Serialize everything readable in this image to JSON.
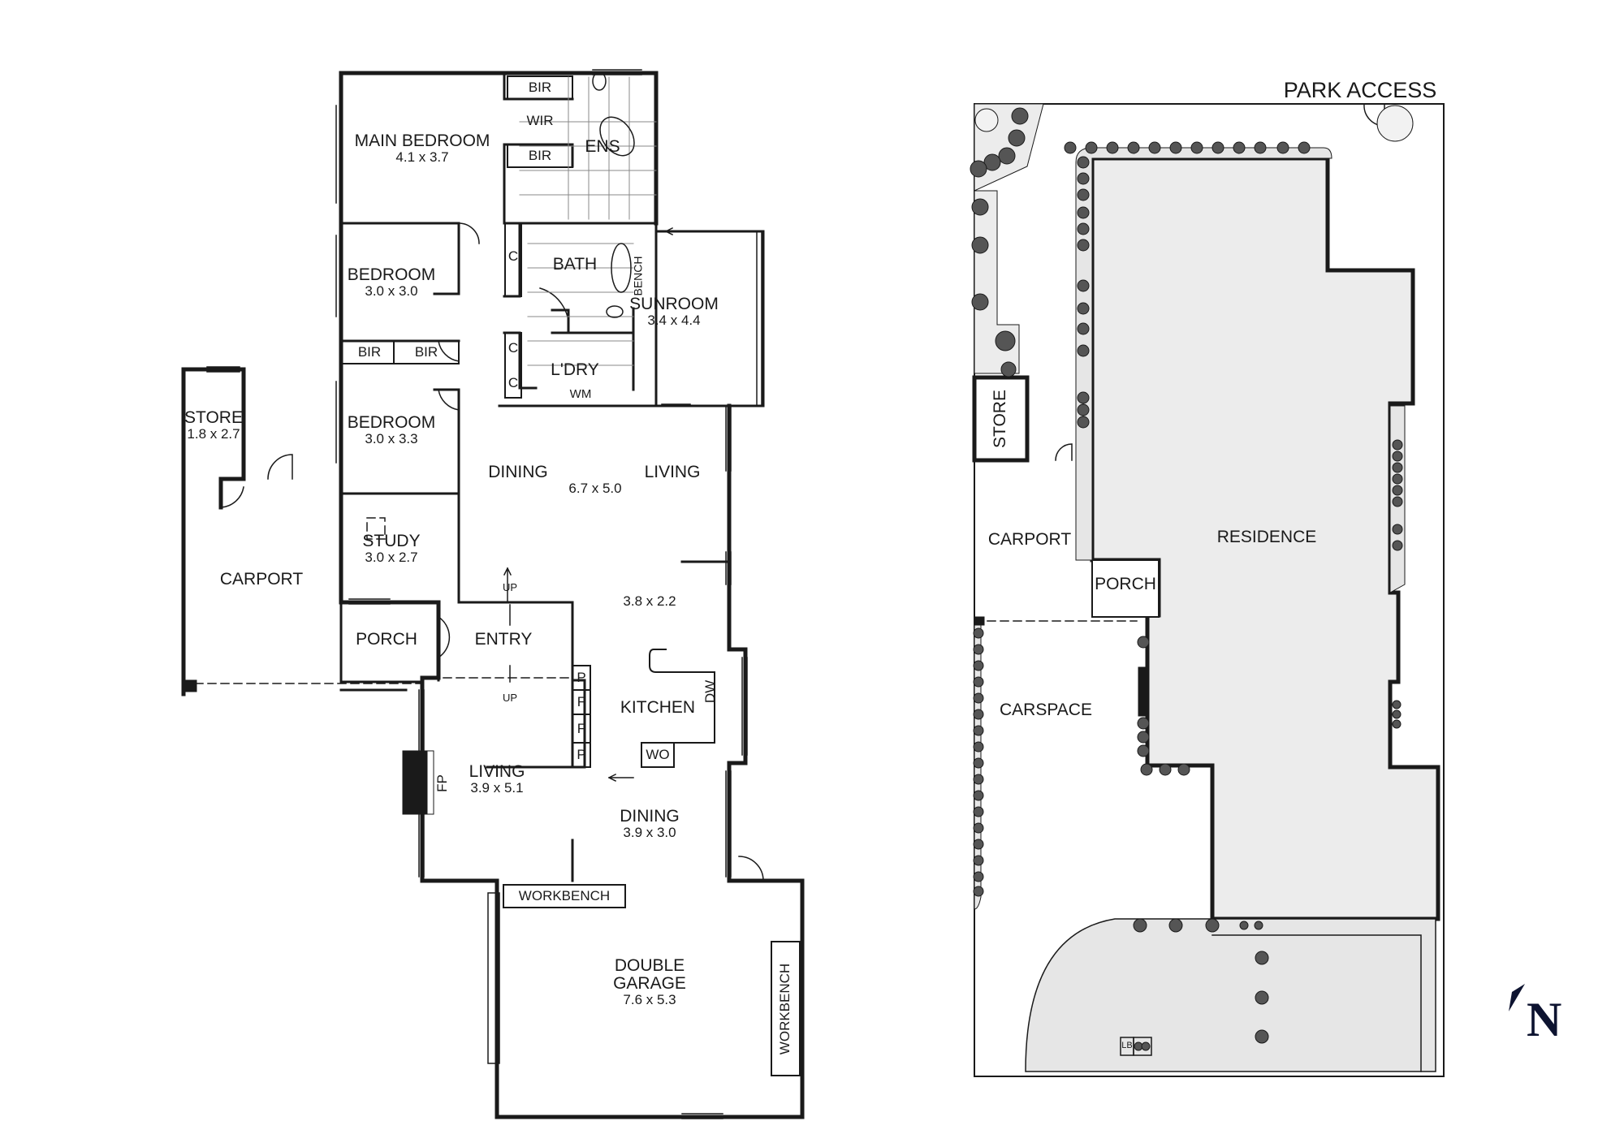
{
  "floor_plan": {
    "rooms": [
      {
        "name": "MAIN BEDROOM",
        "dims": "4.1 x 3.7"
      },
      {
        "name": "BEDROOM",
        "dims": "3.0 x 3.0"
      },
      {
        "name": "BEDROOM",
        "dims": "3.0 x 3.3"
      },
      {
        "name": "STUDY",
        "dims": "3.0 x 2.7"
      },
      {
        "name": "STORE",
        "dims": "1.8 x 2.7"
      },
      {
        "name": "SUNROOM",
        "dims": "3.4 x 4.4"
      },
      {
        "name": "DINING",
        "dims": ""
      },
      {
        "name": "LIVING",
        "dims": ""
      },
      {
        "name": "",
        "dims": "6.7 x 5.0"
      },
      {
        "name": "",
        "dims": "3.8 x 2.2"
      },
      {
        "name": "LIVING",
        "dims": "3.9 x 5.1"
      },
      {
        "name": "DINING",
        "dims": "3.9 x 3.0"
      },
      {
        "name": "DOUBLE GARAGE",
        "dims": "7.6 x 5.3"
      },
      {
        "name": "KITCHEN",
        "dims": ""
      },
      {
        "name": "ENTRY",
        "dims": ""
      },
      {
        "name": "PORCH",
        "dims": ""
      },
      {
        "name": "CARPORT",
        "dims": ""
      },
      {
        "name": "BATH",
        "dims": ""
      },
      {
        "name": "ENS",
        "dims": ""
      },
      {
        "name": "L'DRY",
        "dims": ""
      }
    ],
    "fixtures": {
      "bir": "BIR",
      "wir": "WIR",
      "cupboard": "C",
      "bench": "BENCH",
      "washing_machine": "WM",
      "pantry": "P",
      "fridge": "F",
      "dishwasher": "DW",
      "wall_oven": "WO",
      "fireplace": "FP",
      "workbench": "WORKBENCH",
      "up": "UP"
    }
  },
  "site_plan": {
    "park_access": "PARK ACCESS",
    "labels": {
      "store": "STORE",
      "carport": "CARPORT",
      "porch": "PORCH",
      "residence": "RESIDENCE",
      "carspace": "CARSPACE",
      "letterbox": "LB"
    }
  },
  "compass": {
    "label": "N"
  }
}
